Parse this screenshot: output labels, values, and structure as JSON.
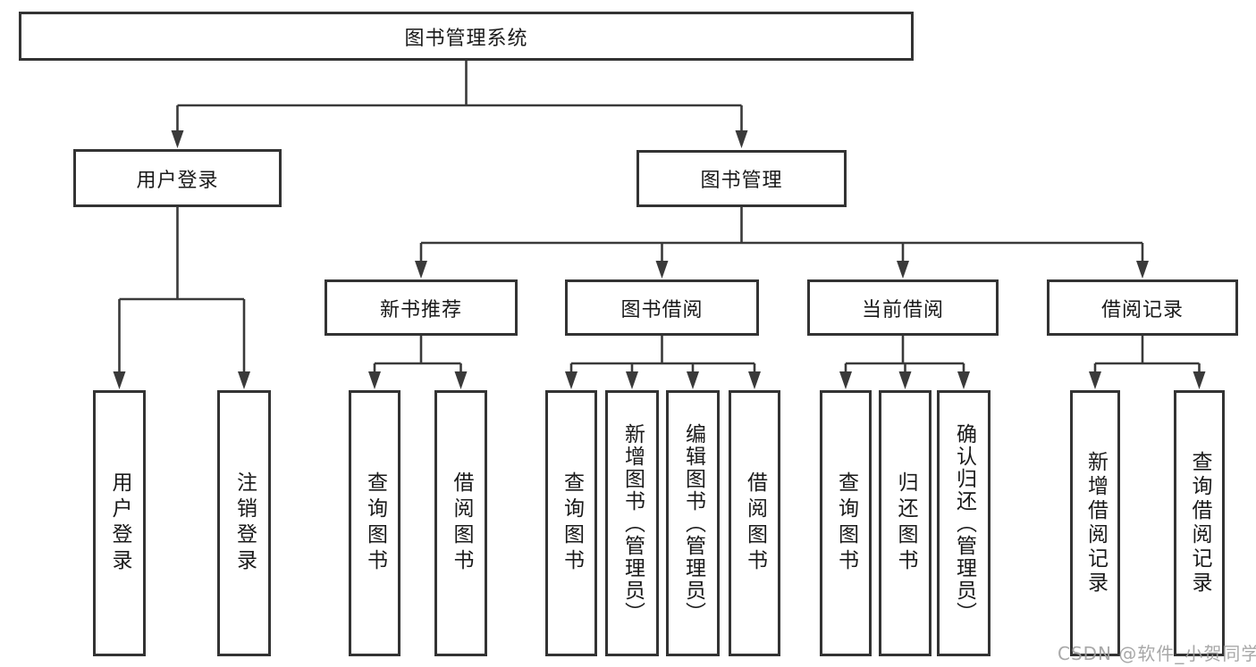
{
  "diagram_title": "图书管理系统",
  "watermark": "CSDN @软件_小贺同学",
  "colors": {
    "line": "#3a3a3a",
    "border": "#333333",
    "box_fill": "#ffffff",
    "text": "#1a1a1a",
    "watermark": "#9e9e9e"
  },
  "nodes": {
    "root": {
      "label": "图书管理系统"
    },
    "user_login": {
      "label": "用户登录"
    },
    "book_mgmt": {
      "label": "图书管理"
    },
    "new_book_rec": {
      "label": "新书推荐"
    },
    "book_borrow": {
      "label": "图书借阅"
    },
    "current_borrow": {
      "label": "当前借阅"
    },
    "borrow_records": {
      "label": "借阅记录"
    },
    "leaf_user_login": {
      "label": "用户登录"
    },
    "leaf_logout": {
      "label": "注销登录"
    },
    "leaf_rec_query": {
      "label": "查询图书"
    },
    "leaf_rec_borrow": {
      "label": "借阅图书"
    },
    "leaf_bb_query": {
      "label": "查询图书"
    },
    "leaf_bb_add": {
      "label": "新增图书（管理员）"
    },
    "leaf_bb_edit": {
      "label": "编辑图书（管理员）"
    },
    "leaf_bb_borrow": {
      "label": "借阅图书"
    },
    "leaf_cb_query": {
      "label": "查询图书"
    },
    "leaf_cb_return": {
      "label": "归还图书"
    },
    "leaf_cb_confirm": {
      "label": "确认归还（管理员）"
    },
    "leaf_br_add": {
      "label": "新增借阅记录"
    },
    "leaf_br_query": {
      "label": "查询借阅记录"
    }
  },
  "hierarchy": [
    {
      "parent": "图书管理系统",
      "children": [
        "用户登录",
        "图书管理"
      ]
    },
    {
      "parent": "用户登录",
      "children": [
        "用户登录",
        "注销登录"
      ]
    },
    {
      "parent": "图书管理",
      "children": [
        "新书推荐",
        "图书借阅",
        "当前借阅",
        "借阅记录"
      ]
    },
    {
      "parent": "新书推荐",
      "children": [
        "查询图书",
        "借阅图书"
      ]
    },
    {
      "parent": "图书借阅",
      "children": [
        "查询图书",
        "新增图书（管理员）",
        "编辑图书（管理员）",
        "借阅图书"
      ]
    },
    {
      "parent": "当前借阅",
      "children": [
        "查询图书",
        "归还图书",
        "确认归还（管理员）"
      ]
    },
    {
      "parent": "借阅记录",
      "children": [
        "新增借阅记录",
        "查询借阅记录"
      ]
    }
  ]
}
